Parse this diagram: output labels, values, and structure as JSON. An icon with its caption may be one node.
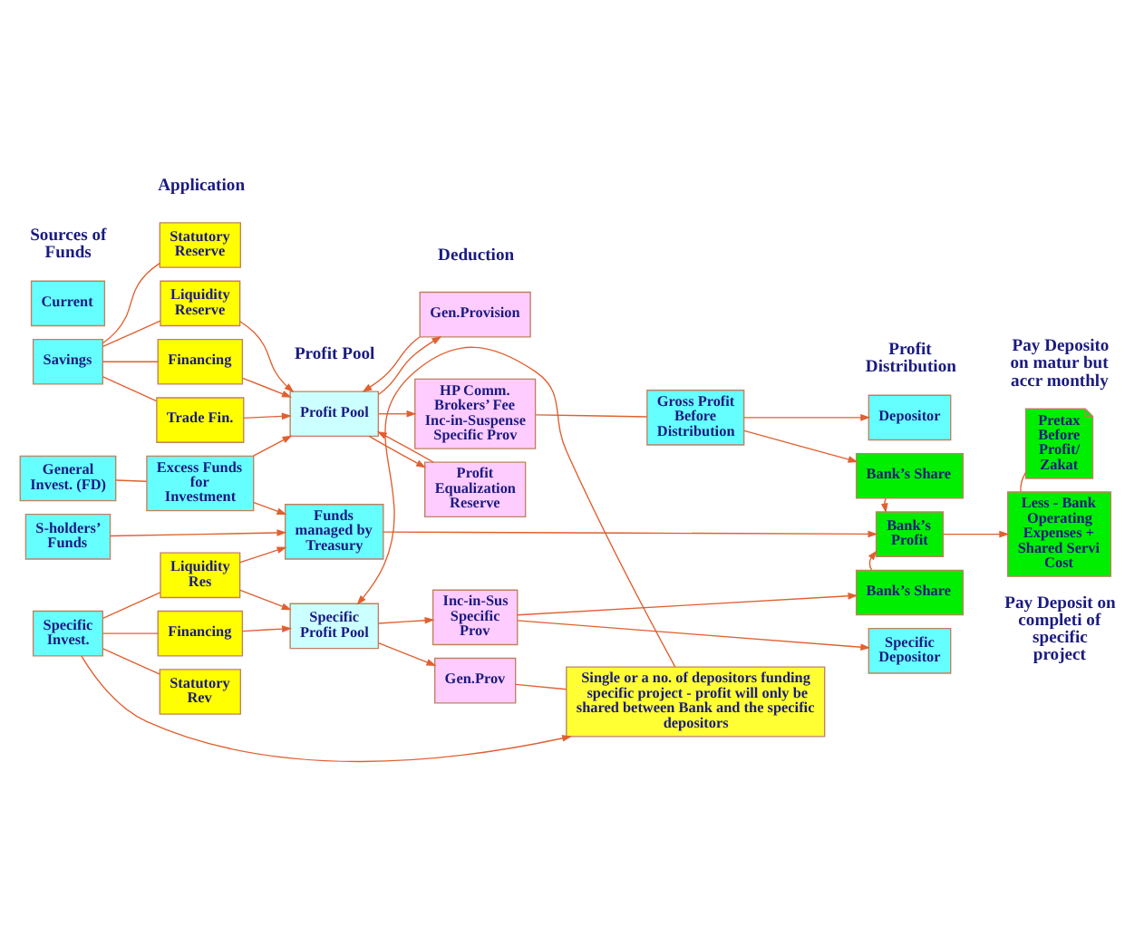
{
  "diagram": {
    "nodes": [
      {
        "text": [
          "Current"
        ]
      },
      {
        "text": [
          "Savings"
        ]
      },
      {
        "text": [
          "General Invest. (FD)"
        ]
      },
      {
        "text": [
          "Statutory Reserve"
        ]
      },
      {
        "text": [
          "Liquidity Reserve"
        ]
      },
      {
        "text": [
          "Financing"
        ]
      },
      {
        "text": [
          "Trade Fin."
        ]
      },
      {
        "text": [
          "Excess Funds for Investment"
        ]
      },
      {
        "text": [
          "Profit Pool"
        ]
      },
      {
        "text": [
          "Gen.Provision"
        ]
      },
      {
        "text": [
          "HP Comm. Brokers’ Fee Inc-in-Suspense Specific Prov"
        ]
      },
      {
        "text": [
          "Profit Equalization Reserve"
        ]
      },
      {
        "text": [
          "Gross Profit Before Distribution"
        ]
      },
      {
        "text": [
          "Depositor"
        ]
      },
      {
        "text": [
          "Bank’s Share"
        ]
      },
      {
        "text": [
          "Pretax Before Profit/ Zakat"
        ]
      },
      {
        "text": [
          "S-holders’ Funds"
        ]
      },
      {
        "text": [
          "Funds managed by Treasury"
        ]
      },
      {
        "text": [
          "Bank’s Profit"
        ]
      },
      {
        "text": [
          "Less - Bank Operating Expenses + Shared Servi Cost"
        ]
      },
      {
        "text": [
          "Liquidity Res"
        ]
      },
      {
        "text": [
          "Financing"
        ]
      },
      {
        "text": [
          "Statutory Rev"
        ]
      },
      {
        "text": [
          "Specific Invest."
        ]
      },
      {
        "text": [
          "Specific Profit Pool"
        ]
      },
      {
        "text": [
          "Inc-in-Sus Specific Prov"
        ]
      },
      {
        "text": [
          "Gen.Prov"
        ]
      },
      {
        "text": [
          "Bank’s Share"
        ]
      },
      {
        "text": [
          "Specific Depositor"
        ]
      },
      {
        "text": [
          "Single or a no. of depositors funding specific project - profit will only be shared between Bank and the specific depositors"
        ]
      }
    ],
    "edges": [
      {
        "from": 1,
        "to": 3,
        "arrow": "none"
      },
      {
        "from": 1,
        "to": 4,
        "arrow": "none"
      },
      {
        "from": 1,
        "to": 5,
        "arrow": "none"
      },
      {
        "from": 1,
        "to": 6,
        "arrow": "none"
      },
      {
        "from": 2,
        "to": 7,
        "arrow": "none"
      },
      {
        "from": 4,
        "to": 8,
        "arrow": "to"
      },
      {
        "from": 5,
        "to": 8,
        "arrow": "to"
      },
      {
        "from": 6,
        "to": 8,
        "arrow": "to"
      },
      {
        "from": 7,
        "to": 8,
        "arrow": "to"
      },
      {
        "from": 9,
        "to": 8,
        "arrow": "to"
      },
      {
        "from": 8,
        "to": 9,
        "arrow": "to"
      },
      {
        "from": 8,
        "to": 10,
        "arrow": "to"
      },
      {
        "from": 8,
        "to": 11,
        "arrow": "to"
      },
      {
        "from": 11,
        "to": 8,
        "arrow": "to"
      },
      {
        "from": 10,
        "to": 12,
        "arrow": "none"
      },
      {
        "from": 12,
        "to": 13,
        "arrow": "to"
      },
      {
        "from": 12,
        "to": 14,
        "arrow": "to"
      },
      {
        "from": 14,
        "to": 18,
        "arrow": "to"
      },
      {
        "from": 15,
        "to": 19,
        "arrow": "none"
      },
      {
        "from": 18,
        "to": 19,
        "arrow": "to"
      },
      {
        "from": 7,
        "to": 17,
        "arrow": "to"
      },
      {
        "from": 16,
        "to": 17,
        "arrow": "to"
      },
      {
        "from": 17,
        "to": 18,
        "arrow": "to"
      },
      {
        "from": 20,
        "to": 17,
        "arrow": "to"
      },
      {
        "from": 23,
        "to": 20,
        "arrow": "none"
      },
      {
        "from": 23,
        "to": 21,
        "arrow": "none"
      },
      {
        "from": 23,
        "to": 22,
        "arrow": "none"
      },
      {
        "from": 23,
        "to": 29,
        "arrow": "to"
      },
      {
        "from": 20,
        "to": 24,
        "arrow": "to"
      },
      {
        "from": 21,
        "to": 24,
        "arrow": "to"
      },
      {
        "from": 29,
        "to": 24,
        "arrow": "to"
      },
      {
        "from": 24,
        "to": 25,
        "arrow": "to"
      },
      {
        "from": 24,
        "to": 26,
        "arrow": "to"
      },
      {
        "from": 25,
        "to": 27,
        "arrow": "to"
      },
      {
        "from": 25,
        "to": 28,
        "arrow": "to"
      },
      {
        "from": 27,
        "to": 18,
        "arrow": "to"
      },
      {
        "from": 26,
        "to": 29,
        "arrow": "none"
      }
    ],
    "labels": [
      "Sources of Funds",
      "Application",
      "Profit Pool",
      "Deduction",
      "Profit Distribution",
      "Pay Deposito on matur but accr monthly",
      "Pay Deposit on completi of specific project"
    ]
  }
}
